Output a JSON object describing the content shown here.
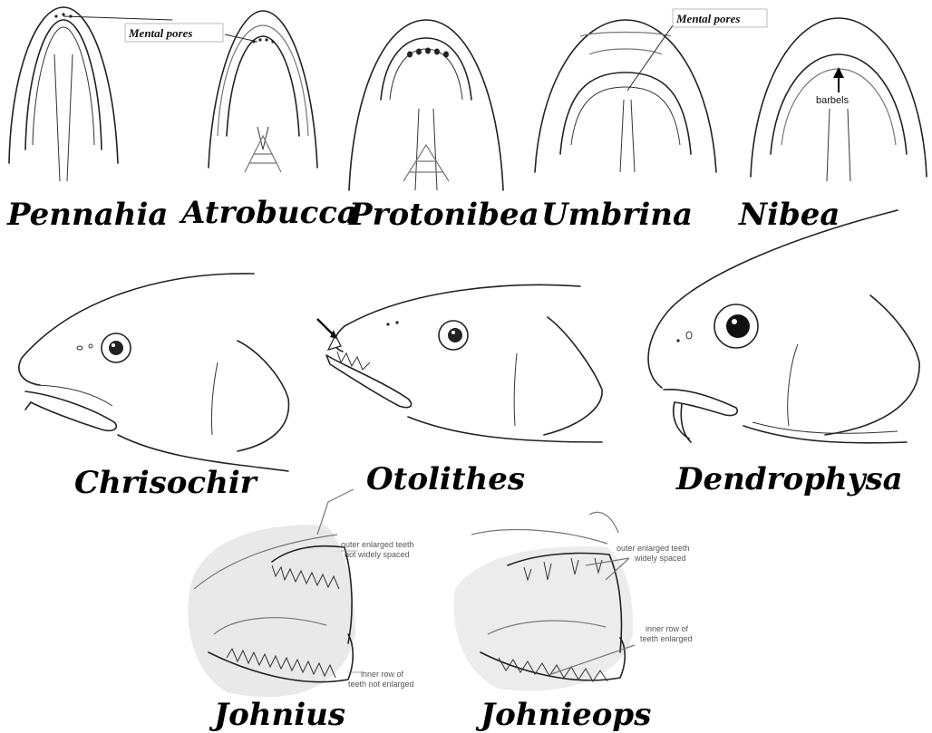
{
  "top_row": {
    "labels": [
      "Pennahia",
      "Atrobucca",
      "Protonibea",
      "Umbrina",
      "Nibea"
    ],
    "callouts": {
      "mental_pores_left": "Mental pores",
      "mental_pores_right": "Mental pores",
      "barbels": "barbels"
    }
  },
  "middle_row": {
    "labels": [
      "Chrisochir",
      "Otolithes",
      "Dendrophysa"
    ]
  },
  "bottom_row": {
    "labels": [
      "Johnius",
      "Johnieops"
    ],
    "johnius_notes": {
      "outer_1": "outer enlarged teeth",
      "outer_2": "not widely spaced",
      "inner_1": "inner row of",
      "inner_2": "teeth not enlarged"
    },
    "johnieops_notes": {
      "outer_1": "outer enlarged teeth",
      "outer_2": "widely spaced",
      "inner_1": "inner row of",
      "inner_2": "teeth enlarged"
    }
  }
}
